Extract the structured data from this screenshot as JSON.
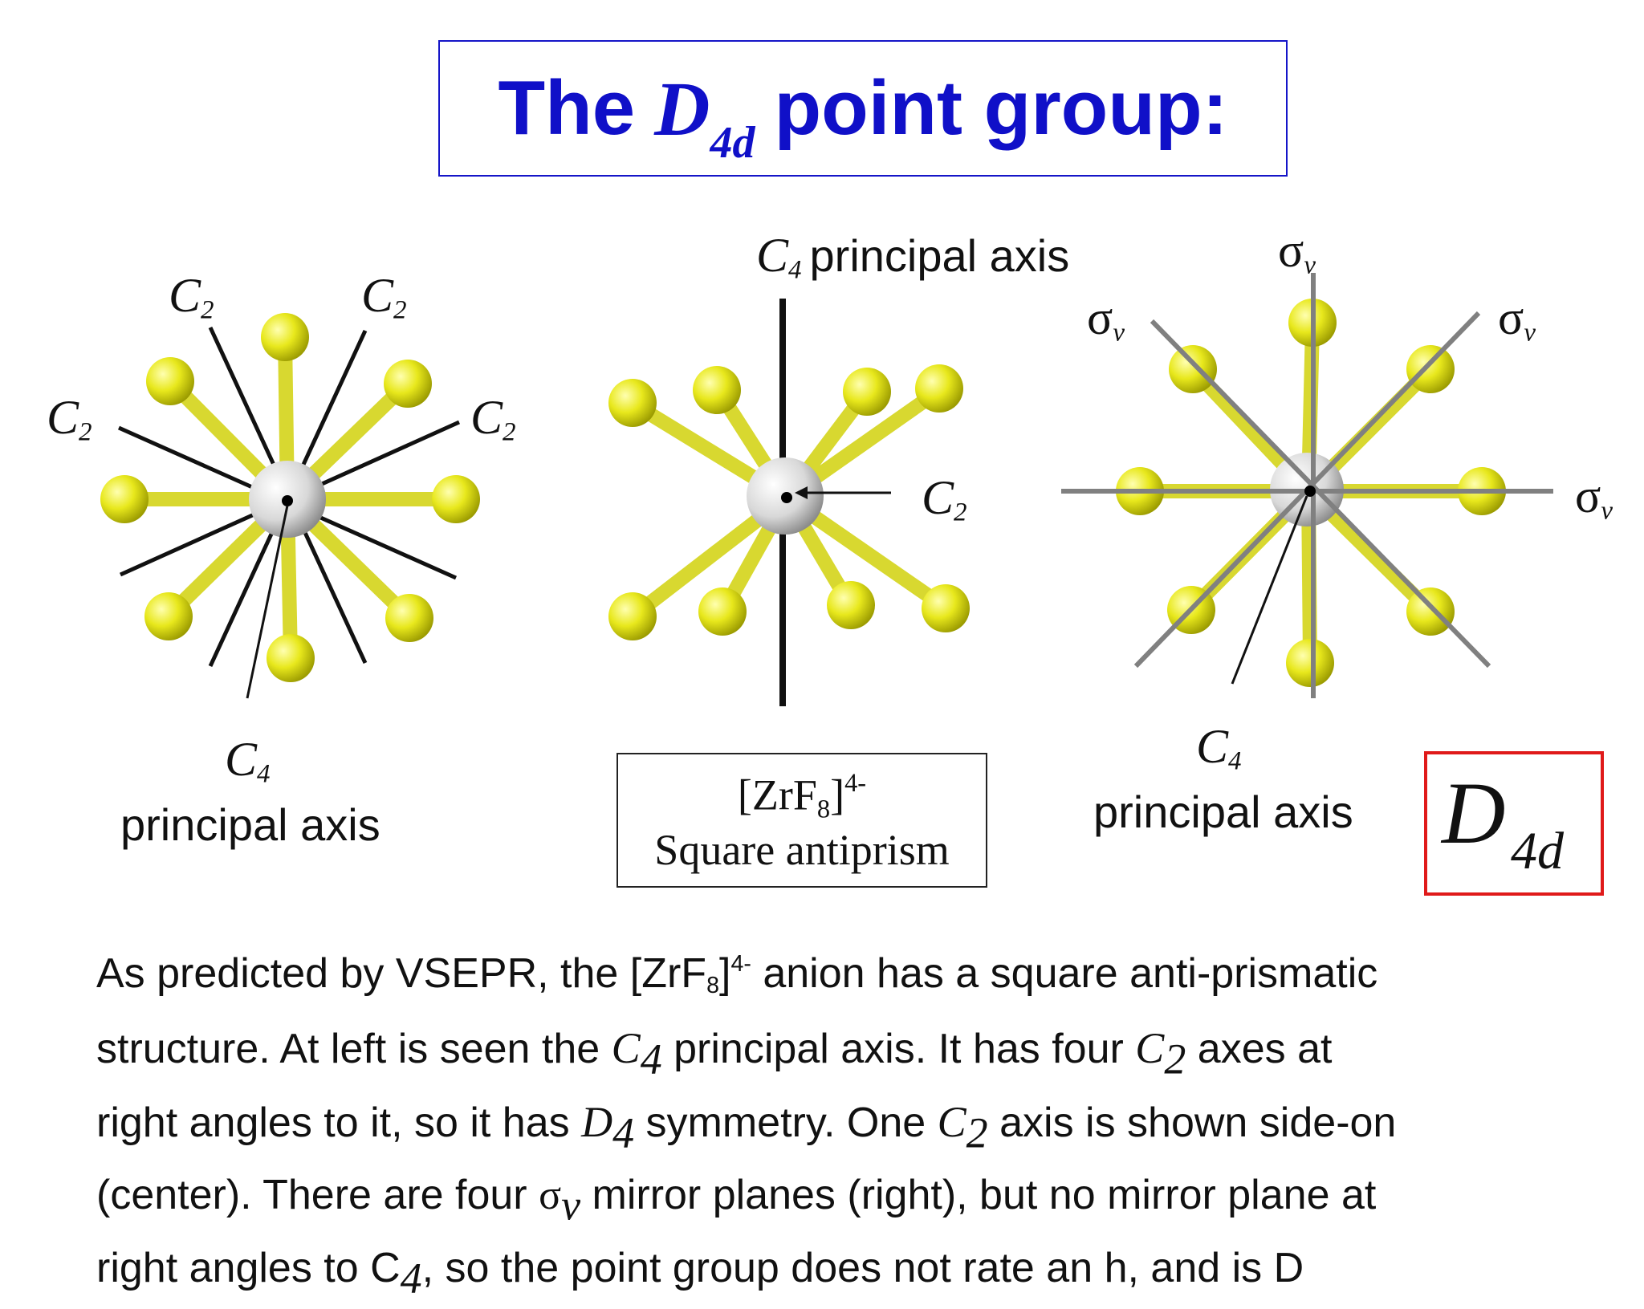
{
  "title": {
    "prefix": "The",
    "symbol": "D",
    "symbol_sub": "4d",
    "suffix": "point group:"
  },
  "left_figure": {
    "c2_label": "C",
    "c2_sub": "2",
    "c4_label": "C",
    "c4_sub": "4",
    "axis_text": "principal axis"
  },
  "center_figure": {
    "c4_label": "C",
    "c4_sub": "4",
    "axis_text": "principal axis",
    "c2_label": "C",
    "c2_sub": "2"
  },
  "caption": {
    "formula_open": "[ZrF",
    "formula_sub": "8",
    "formula_close": "]",
    "charge": "4-",
    "name": "Square antiprism"
  },
  "right_figure": {
    "sigma": "σ",
    "sigma_sub": "v",
    "c4_label": "C",
    "c4_sub": "4",
    "axis_text": "principal axis"
  },
  "result": {
    "symbol": "D",
    "sub": "4d"
  },
  "paragraph": {
    "s1": "As predicted by VSEPR, the [ZrF",
    "s1_sub": "8",
    "s1_sup": "]",
    "s1_charge": "4-",
    "s1_end": " anion has a square anti-prismatic",
    "s2": "structure. At left is seen the ",
    "s2_c": "C",
    "s2_c_sub": "4",
    "s2_mid": " principal axis. It has four ",
    "s2_c2": "C",
    "s2_c2_sub": "2",
    "s2_end": " axes at",
    "s3": "right angles to it, so it has ",
    "s3_d": "D",
    "s3_d_sub": "4",
    "s3_mid": " symmetry. One ",
    "s3_c": "C",
    "s3_c_sub": "2",
    "s3_end": " axis is shown side-on",
    "s4": "(center). There are four ",
    "s4_sigma": "σ",
    "s4_sigma_sub": "v",
    "s4_end": " mirror planes (right), but no mirror plane at",
    "s5": "right angles to C",
    "s5_sub": "4",
    "s5_end": ", so the point group does not rate an h, and is D"
  },
  "colors": {
    "fluorine": "#e8e81c",
    "zirconium": "#d8d8d8",
    "title": "#1010c8",
    "box_red": "#e01a1a"
  }
}
